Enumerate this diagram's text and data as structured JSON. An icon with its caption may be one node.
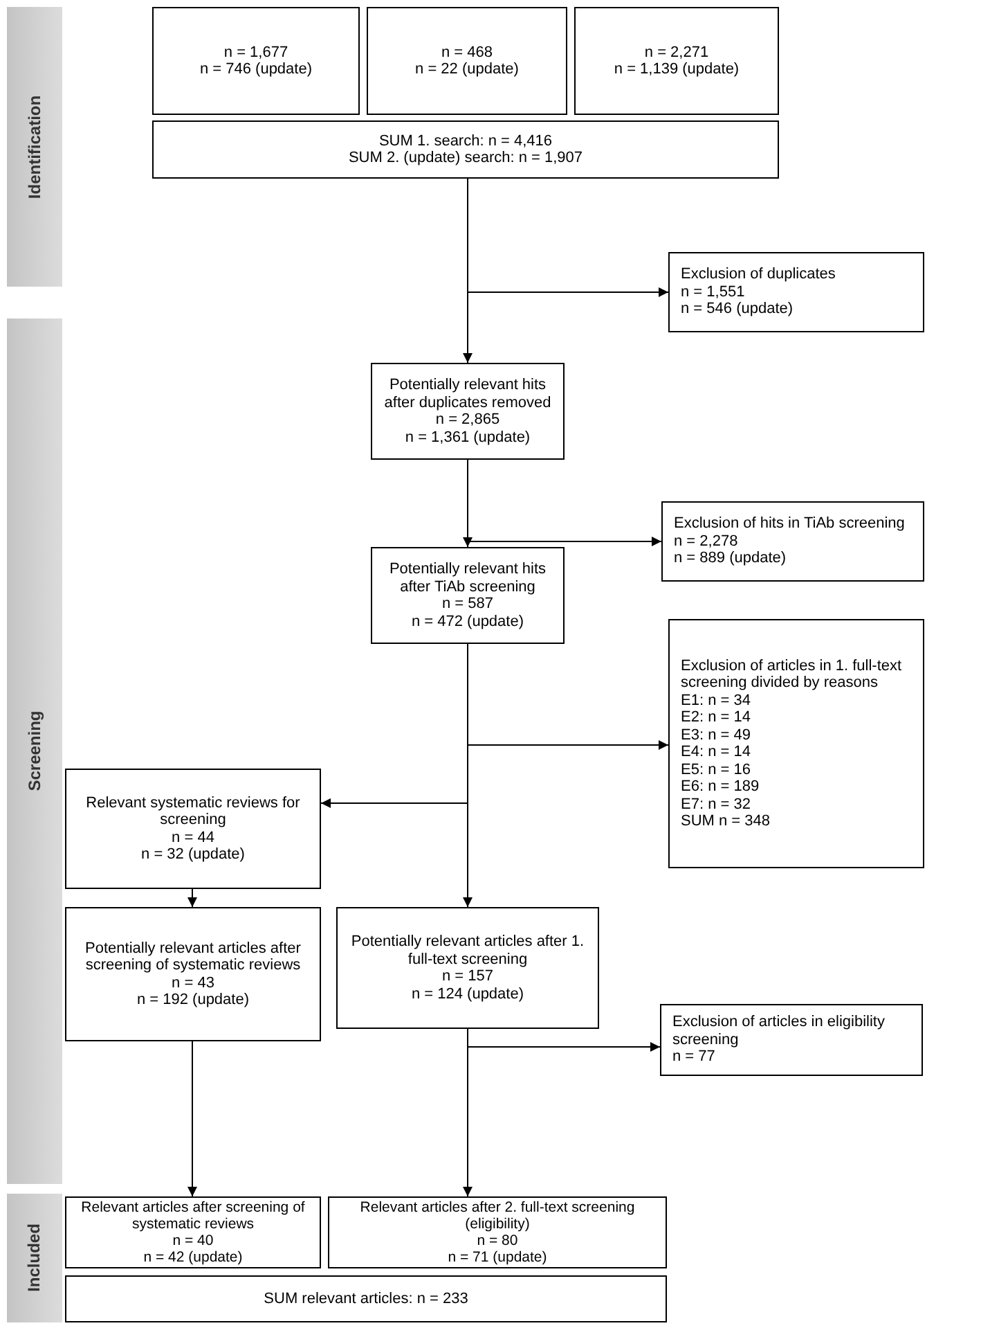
{
  "diagram": {
    "nodes": [
      {
        "text": [
          "Identification"
        ]
      },
      {
        "text": [
          "n = 1,677",
          "n = 746 (update)"
        ]
      },
      {
        "text": [
          "n = 468",
          "n = 22 (update)"
        ]
      },
      {
        "text": [
          "n = 2,271",
          "n = 1,139 (update)"
        ]
      },
      {
        "text": [
          "SUM 1. search: n = 4,416",
          "SUM 2. (update) search: n = 1,907"
        ]
      },
      {
        "text": [
          "Exclusion of duplicates",
          "n = 1,551",
          "n = 546 (update)"
        ]
      },
      {
        "text": [
          "Screening"
        ]
      },
      {
        "text": [
          "Potentially relevant hits after duplicates removed",
          "n = 2,865",
          "n = 1,361 (update)"
        ]
      },
      {
        "text": [
          "Exclusion of hits in TiAb screening",
          "n = 2,278",
          "n = 889 (update)"
        ]
      },
      {
        "text": [
          "Potentially relevant hits after TiAb screening",
          "n = 587",
          "n = 472 (update)"
        ]
      },
      {
        "text": [
          "Exclusion of articles in 1. full-text screening divided by reasons",
          "E1: n = 34",
          "E2: n = 14",
          "E3: n = 49",
          "E4: n = 14",
          "E5: n = 16",
          "E6: n = 189",
          "E7: n = 32",
          "SUM n = 348"
        ]
      },
      {
        "text": [
          "Relevant systematic reviews for screening",
          "n = 44",
          "n = 32 (update)"
        ]
      },
      {
        "text": [
          "Potentially relevant articles after screening of systematic reviews",
          "n = 43",
          "n = 192 (update)"
        ]
      },
      {
        "text": [
          "Potentially relevant articles after 1. full-text screening",
          "n = 157",
          "n = 124 (update)"
        ]
      },
      {
        "text": [
          "Exclusion of articles in eligibility screening",
          "n = 77"
        ]
      },
      {
        "text": [
          "Included"
        ]
      },
      {
        "text": [
          "Relevant articles after screening of systematic reviews",
          "n = 40",
          "n = 42 (update)"
        ]
      },
      {
        "text": [
          "Relevant articles after 2. full-text screening (eligibility)",
          "n = 80",
          "n = 71 (update)"
        ]
      },
      {
        "text": [
          "SUM relevant articles: n = 233"
        ]
      }
    ],
    "edges": [
      {
        "from": 4,
        "to": 5,
        "arrow": "to"
      },
      {
        "from": 4,
        "to": 7,
        "arrow": "to"
      },
      {
        "from": 7,
        "to": 8,
        "arrow": "to"
      },
      {
        "from": 7,
        "to": 9,
        "arrow": "to"
      },
      {
        "from": 9,
        "to": 10,
        "arrow": "to"
      },
      {
        "from": 9,
        "to": 11,
        "arrow": "to"
      },
      {
        "from": 9,
        "to": 13,
        "arrow": "to"
      },
      {
        "from": 11,
        "to": 12,
        "arrow": "to"
      },
      {
        "from": 13,
        "to": 14,
        "arrow": "to"
      },
      {
        "from": 13,
        "to": 17,
        "arrow": "to"
      },
      {
        "from": 12,
        "to": 16,
        "arrow": "to"
      }
    ]
  }
}
